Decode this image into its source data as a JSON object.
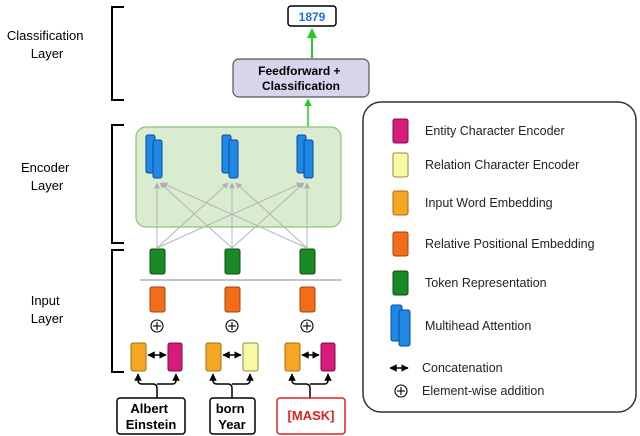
{
  "layers": {
    "classification": [
      "Classification",
      "Layer"
    ],
    "encoder": [
      "Encoder",
      "Layer"
    ],
    "input": [
      "Input",
      "Layer"
    ]
  },
  "output_value": "1879",
  "ff_box": [
    "Feedforward +",
    "Classification"
  ],
  "input_words": [
    {
      "lines": [
        "Albert",
        "Einstein"
      ],
      "type": "entity"
    },
    {
      "lines": [
        "born",
        "Year"
      ],
      "type": "relation"
    },
    {
      "lines": [
        "[MASK]"
      ],
      "type": "mask"
    }
  ],
  "legend": [
    {
      "label": "Entity Character Encoder",
      "icon": "entity-encoder-block"
    },
    {
      "label": "Relation Character Encoder",
      "icon": "relation-encoder-block"
    },
    {
      "label": "Input Word Embedding",
      "icon": "input-word-embedding-block"
    },
    {
      "label": "Relative Positional Embedding",
      "icon": "positional-embedding-block"
    },
    {
      "label": "Token Representation",
      "icon": "token-representation-block"
    },
    {
      "label": "Multihead Attention",
      "icon": "multihead-attention-block"
    },
    {
      "label": "Concatenation",
      "icon": "double-arrow-icon"
    },
    {
      "label": "Element-wise addition",
      "icon": "circled-plus-icon"
    }
  ],
  "colors": {
    "entity": "#d81b7a",
    "relation": "#fafaa5",
    "input_word": "#f5a623",
    "positional": "#f26c1a",
    "token": "#1a8a26",
    "attention": "#1e88e5",
    "encoder_bg": "#d9ecd0",
    "encoder_border": "#8fc47a",
    "ff_bg": "#d8d4ec",
    "green_arrow": "#22cc22",
    "output_text": "#1e6fd9",
    "mask_text": "#e02020",
    "mask_border": "#e02020"
  }
}
